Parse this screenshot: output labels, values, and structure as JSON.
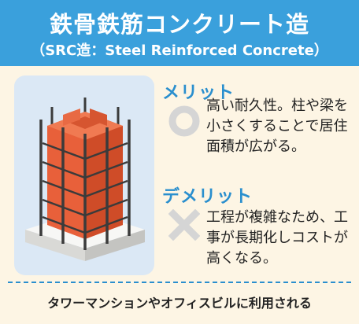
{
  "header": {
    "title": "鉄骨鉄筋コンクリート造",
    "subtitle": "（SRC造：Steel Reinforced Concrete）",
    "bg_color": "#3aa0dc"
  },
  "illustration": {
    "icon": "src-column-illustration-icon",
    "column_color": "#e8603a",
    "bar_color": "#3b3b3b",
    "base_color": "#f0f0ee",
    "panel_color": "#dbe8f5"
  },
  "merit": {
    "heading": "メリット",
    "icon": "circle-icon",
    "text": "高い耐久性。柱や梁を小さくすることで居住面積が広がる。"
  },
  "demerit": {
    "heading": "デメリット",
    "icon": "cross-icon",
    "text": "工程が複雑なため、工事が長期化しコストが高くなる。"
  },
  "footer": {
    "text": "タワーマンションやオフィスビルに利用される"
  },
  "accent_color": "#2a8fce",
  "card_bg": "#fdf5e4"
}
